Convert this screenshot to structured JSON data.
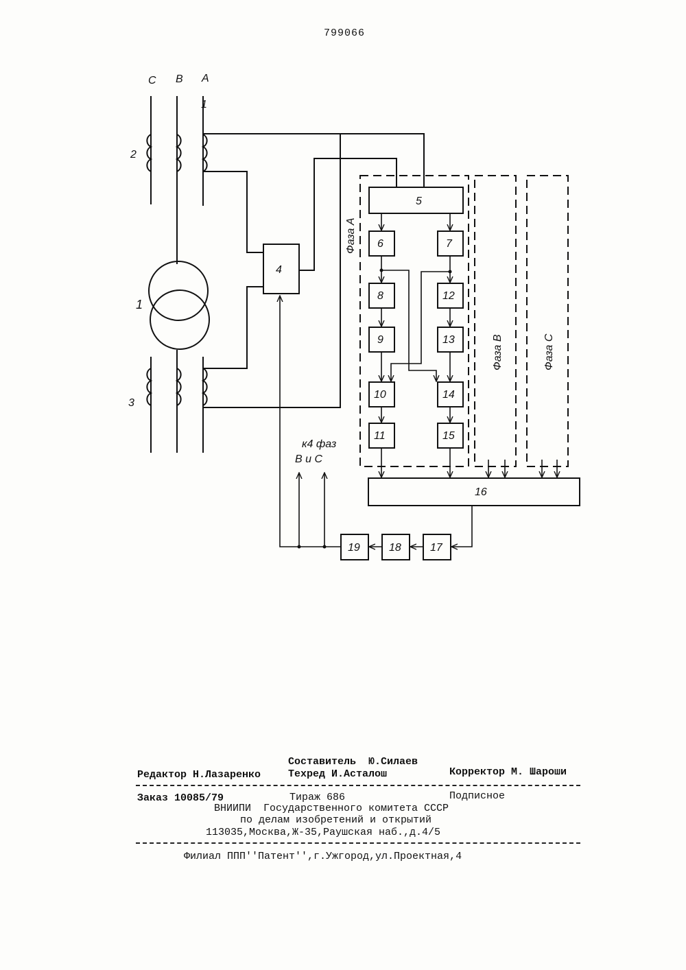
{
  "patent_number": "799066",
  "diagram": {
    "phase_labels": [
      "C",
      "B",
      "A"
    ],
    "block_labels": [
      "1",
      "2",
      "3",
      "4",
      "5",
      "6",
      "7",
      "8",
      "9",
      "10",
      "11",
      "12",
      "13",
      "14",
      "15",
      "16",
      "17",
      "18",
      "19"
    ],
    "group_labels": {
      "phase_a": "Фаза А",
      "phase_b": "Фаза В",
      "phase_c": "Фаза С"
    },
    "line1_label": "1",
    "to_blocks_note_1": "к4 фаз",
    "to_blocks_note_2": "В и С"
  },
  "footer": {
    "compiler": "Составитель  Ю.Силаев",
    "editor": "Редактор Н.Лазаренко",
    "techred": "Техред И.Асталош",
    "corrector": "Корректор М. Шароши",
    "order": "Заказ 10085/79",
    "circulation": "Тираж 686",
    "subscription": "Подписное",
    "org_line1": "ВНИИПИ  Государственного комитета СССР",
    "org_line2": "по делам изобретений и открытий",
    "org_line3": "113035,Москва,Ж-35,Раушская наб.,д.4/5",
    "branch": "Филиал ППП''Патент'',г.Ужгород,ул.Проектная,4"
  }
}
